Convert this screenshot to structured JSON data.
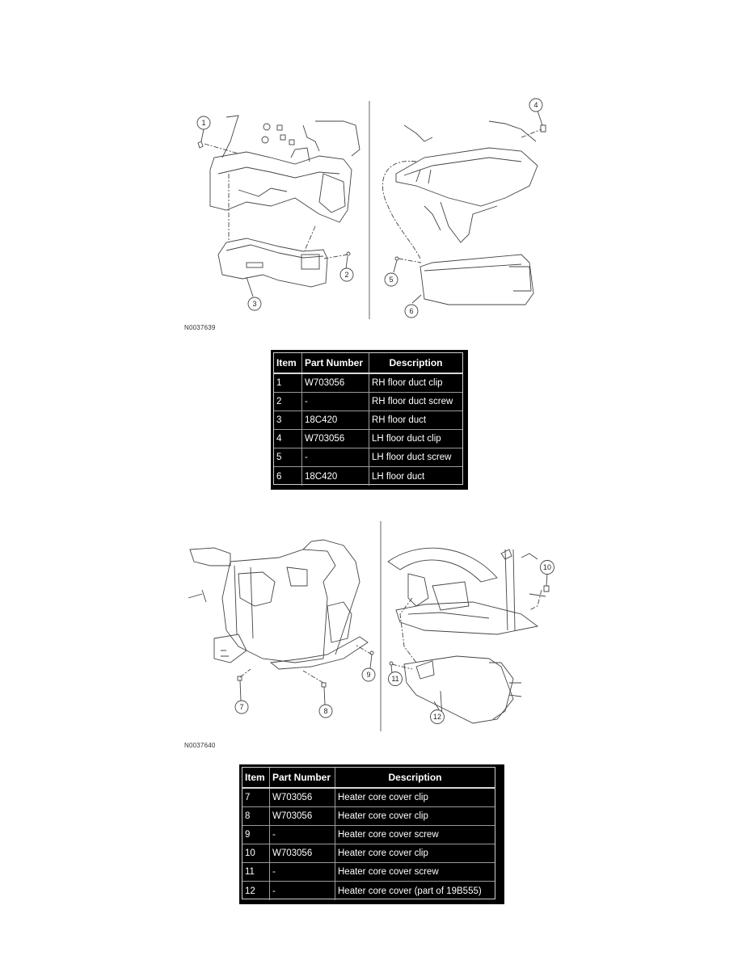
{
  "figures": [
    {
      "id": "N0037639",
      "callouts": [
        "1",
        "2",
        "3",
        "4",
        "5",
        "6"
      ]
    },
    {
      "id": "N0037640",
      "callouts": [
        "7",
        "8",
        "9",
        "10",
        "11",
        "12"
      ]
    }
  ],
  "tables": [
    {
      "headers": {
        "item": "Item",
        "part_number": "Part Number",
        "description": "Description"
      },
      "rows": [
        {
          "item": "1",
          "part_number": "W703056",
          "description": "RH floor duct clip"
        },
        {
          "item": "2",
          "part_number": "-",
          "description": "RH floor duct screw"
        },
        {
          "item": "3",
          "part_number": "18C420",
          "description": "RH floor duct"
        },
        {
          "item": "4",
          "part_number": "W703056",
          "description": "LH floor duct clip"
        },
        {
          "item": "5",
          "part_number": "-",
          "description": "LH floor duct screw"
        },
        {
          "item": "6",
          "part_number": "18C420",
          "description": "LH floor duct"
        }
      ]
    },
    {
      "headers": {
        "item": "Item",
        "part_number": "Part Number",
        "description": "Description"
      },
      "rows": [
        {
          "item": "7",
          "part_number": "W703056",
          "description": "Heater core cover clip"
        },
        {
          "item": "8",
          "part_number": "W703056",
          "description": "Heater core cover clip"
        },
        {
          "item": "9",
          "part_number": "-",
          "description": "Heater core cover screw"
        },
        {
          "item": "10",
          "part_number": "W703056",
          "description": "Heater core cover clip"
        },
        {
          "item": "11",
          "part_number": "-",
          "description": "Heater core cover screw"
        },
        {
          "item": "12",
          "part_number": "-",
          "description": "Heater core cover (part of 19B555)"
        }
      ]
    }
  ]
}
